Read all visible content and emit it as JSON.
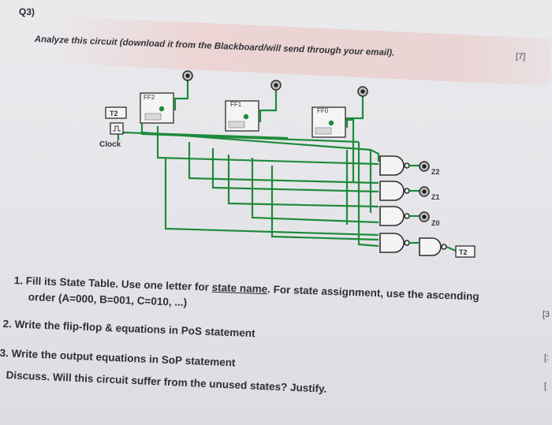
{
  "question": {
    "number": "Q3)",
    "intro": "Analyze this circuit (download it from the Blackboard/will send through your email).",
    "total_marks": "[7]"
  },
  "circuit": {
    "flipflops": [
      "FF2",
      "FF1",
      "FF0"
    ],
    "inputs": [
      "T2",
      "Clock"
    ],
    "outputs": [
      "Z2",
      "Z1",
      "Z0",
      "T2"
    ],
    "wire_color": "#1f8a3a",
    "block_color": "#2d2d2d"
  },
  "tasks": [
    {
      "num": "1.",
      "line1": "Fill its State Table. Use one letter for ",
      "underline": "state name",
      "line1_tail": ". For state assignment, use the ascending",
      "line2": "order (A=000, B=001, C=010, ...)"
    },
    {
      "num": "2.",
      "pre": "Write the flip-flop & equations in ",
      "em": "PoS",
      "post": " statement"
    },
    {
      "num": "3.",
      "pre": "Write the output equations in ",
      "em": "SoP",
      "post": " statement"
    },
    {
      "num": "",
      "pre": "Discuss. Will this circuit suffer from the ",
      "em": "unused states",
      "post": "? Justify."
    }
  ],
  "side_marks": [
    "[3",
    "[:",
    "["
  ]
}
